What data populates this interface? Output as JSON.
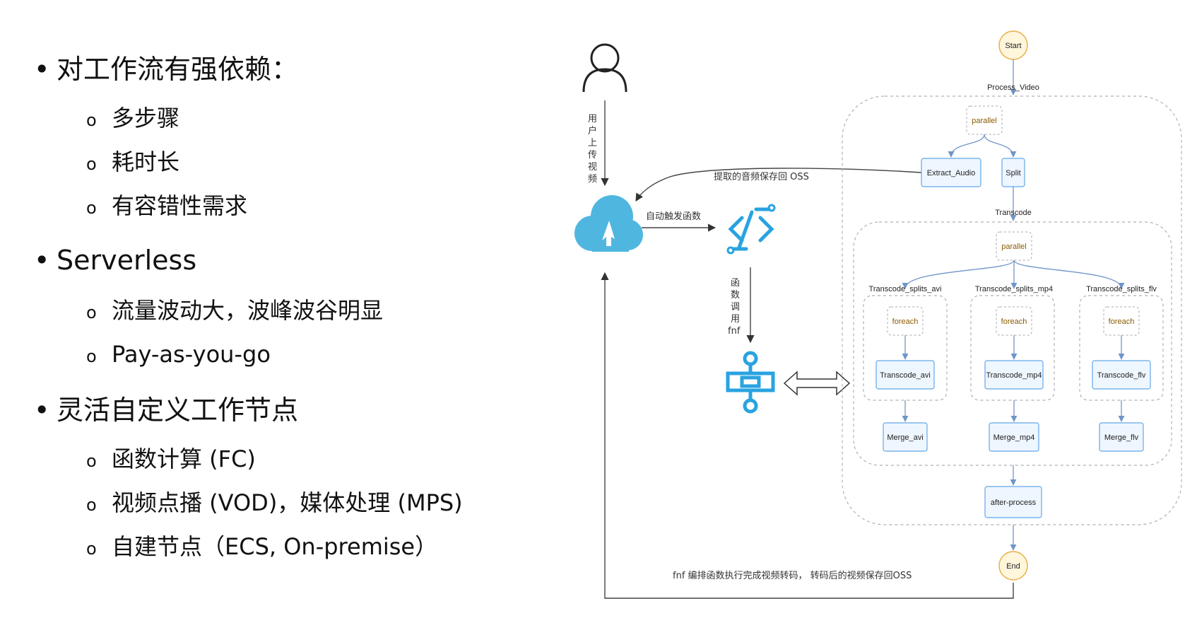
{
  "bullets": {
    "b1": "对工作流有强依赖：",
    "b1_1": "多步骤",
    "b1_2": "耗时长",
    "b1_3": "有容错性需求",
    "b2": "Serverless",
    "b2_1": "流量波动大，波峰波谷明显",
    "b2_2": "Pay-as-you-go",
    "b3": "灵活自定义工作节点",
    "b3_1": "函数计算 (FC)",
    "b3_2": "视频点播 (VOD)，媒体处理 (MPS)",
    "b3_3": "自建节点（ECS, On-premise）"
  },
  "left_flow": {
    "upload_label": [
      "用",
      "户",
      "上",
      "传",
      "视",
      "频"
    ],
    "trigger_label": "自动触发函数",
    "invoke_label": [
      "函",
      "数",
      "调",
      "用",
      "fnf"
    ],
    "audio_label": "提取的音频保存回 OSS",
    "result_label": "fnf 编排函数执行完成视频转码， 转码后的视频保存回OSS"
  },
  "workflow": {
    "start": "Start",
    "end": "End",
    "process_video": "Process_Video",
    "parallel_top": "parallel",
    "extract_audio": "Extract_Audio",
    "split": "Split",
    "transcode": "Transcode",
    "parallel_inner": "parallel",
    "branches": [
      {
        "title": "Transcode_splits_avi",
        "foreach": "foreach",
        "transcode": "Transcode_avi",
        "merge": "Merge_avi"
      },
      {
        "title": "Transcode_splits_mp4",
        "foreach": "foreach",
        "transcode": "Transcode_mp4",
        "merge": "Merge_mp4"
      },
      {
        "title": "Transcode_splits_flv",
        "foreach": "foreach",
        "transcode": "Transcode_flv",
        "merge": "Merge_flv"
      }
    ],
    "after_process": "after-process"
  },
  "colors": {
    "oss_blue": "#4fb6e0",
    "flow_blue": "#29a3e0",
    "node_border": "#62a8e8",
    "start_fill": "#fff6dc",
    "start_border": "#e8b04a"
  },
  "icons": {
    "user": "user-icon",
    "oss": "oss-cloud-upload-icon",
    "fc": "function-compute-icon",
    "fnf": "serverless-workflow-icon"
  }
}
